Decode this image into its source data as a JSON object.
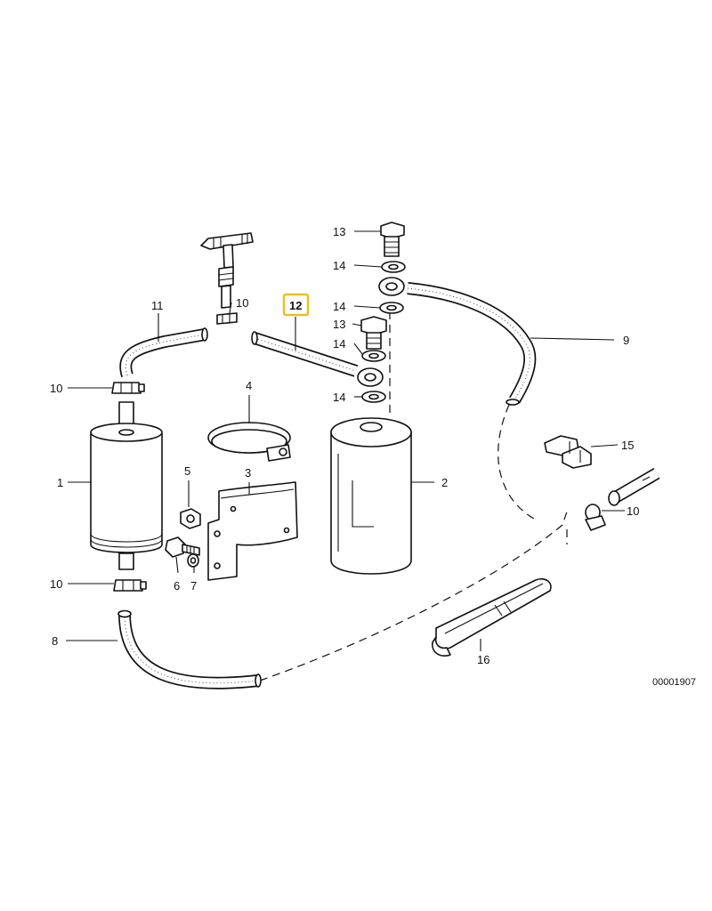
{
  "diagram": {
    "callouts": {
      "c1": "1",
      "c2": "2",
      "c3": "3",
      "c4": "4",
      "c5": "5",
      "c6": "6",
      "c7": "7",
      "c8": "8",
      "c9": "9",
      "c10a": "10",
      "c10b": "10",
      "c10c": "10",
      "c10d": "10",
      "c11": "11",
      "c12": "12",
      "c13a": "13",
      "c13b": "13",
      "c14a": "14",
      "c14b": "14",
      "c14c": "14",
      "c14d": "14",
      "c15": "15",
      "c16": "16"
    },
    "highlighted_callout": "12",
    "highlight_color": "#e8c020",
    "reference_code": "00001907"
  }
}
